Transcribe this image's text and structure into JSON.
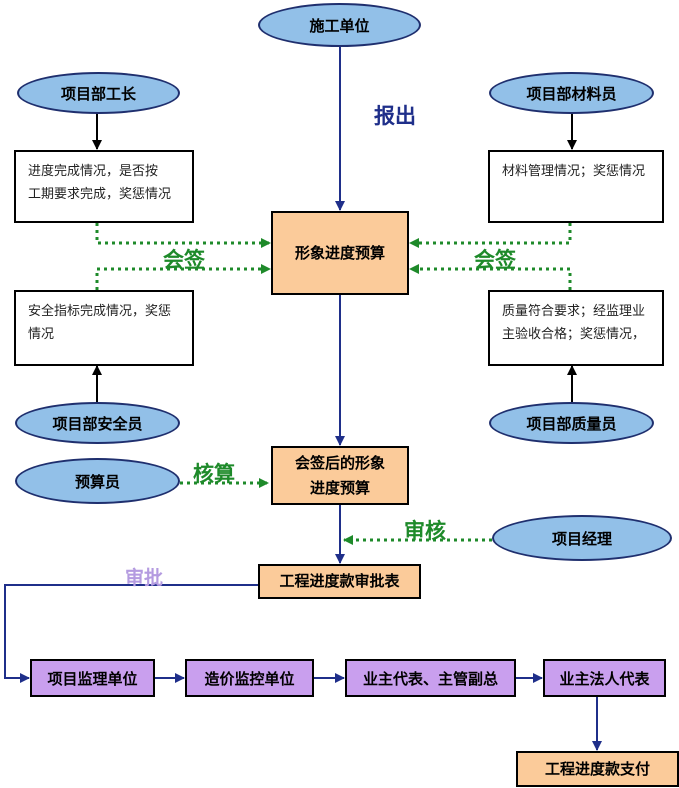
{
  "nodes": {
    "construction_unit": "施工单位",
    "foreman": "项目部工长",
    "material_officer": "项目部材料员",
    "safety_officer": "项目部安全员",
    "quality_officer": "项目部质量员",
    "budgeter": "预算员",
    "project_manager": "项目经理",
    "image_progress_budget": "形象进度预算",
    "signed_budget_line1": "会签后的形象",
    "signed_budget_line2": "进度预算",
    "approval_form": "工程进度款审批表",
    "supervision_unit": "项目监理单位",
    "cost_supervision_unit": "造价监控单位",
    "owner_rep": "业主代表、主管副总",
    "legal_rep": "业主法人代表",
    "payment": "工程进度款支付"
  },
  "notes": {
    "foreman_line1": "进度完成情况，是否按",
    "foreman_line2": "工期要求完成，奖惩情况",
    "material": "材料管理情况；奖惩情况",
    "safety_line1": "安全指标完成情况，奖惩",
    "safety_line2": "情况",
    "quality_line1": "质量符合要求；经监理业",
    "quality_line2": "主验收合格；奖惩情况，"
  },
  "edge_labels": {
    "report": "报出",
    "countersign": "会签",
    "verify": "核算",
    "review": "审核",
    "approve": "审批"
  },
  "colors": {
    "ellipse_fill": "#92c0e8",
    "orange_fill": "#fbcb9a",
    "purple_fill": "#c99fee",
    "flow_line": "#1f2f8a",
    "dotted_green": "#1e8a2a"
  }
}
